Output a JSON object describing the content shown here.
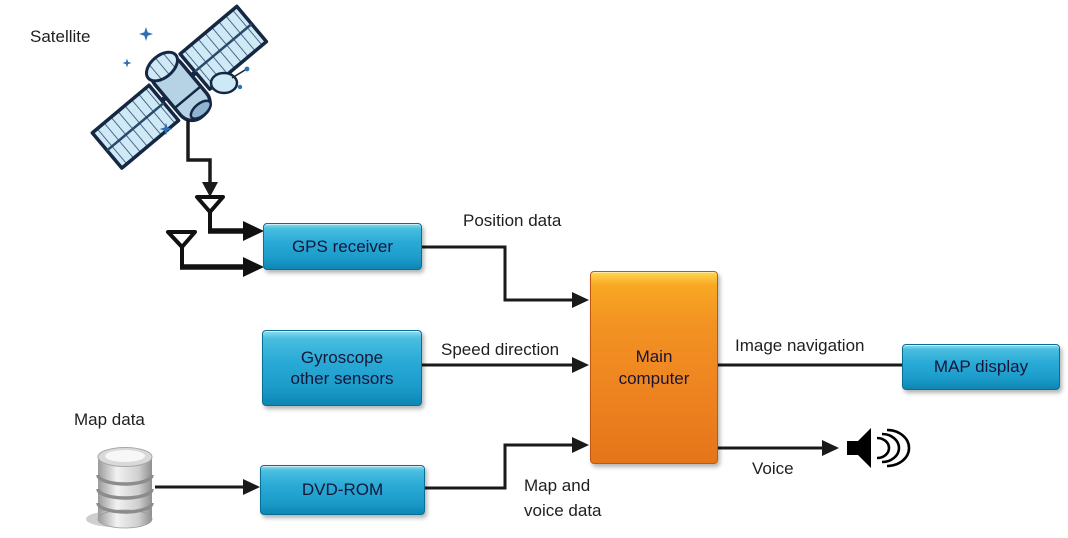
{
  "colors": {
    "node_cyan": "#29a8d4",
    "node_orange": "#f08c1e",
    "line": "#1a1a1a",
    "node_text": "#16163a",
    "label_text": "#1f1f1f"
  },
  "labels": {
    "satellite": "Satellite",
    "map_data": "Map data"
  },
  "nodes": {
    "gps_receiver": {
      "label": "GPS receiver"
    },
    "gyroscope": {
      "line1": "Gyroscope",
      "line2": "other sensors"
    },
    "dvd_rom": {
      "label": "DVD-ROM"
    },
    "main_computer": {
      "line1": "Main",
      "line2": "computer"
    },
    "map_display": {
      "label": "MAP display"
    }
  },
  "edges": {
    "position_data": "Position data",
    "speed_direction": "Speed direction",
    "image_navigation": "Image navigation",
    "map_and_voice_line1": "Map and",
    "map_and_voice_line2": "voice data",
    "voice": "Voice"
  }
}
